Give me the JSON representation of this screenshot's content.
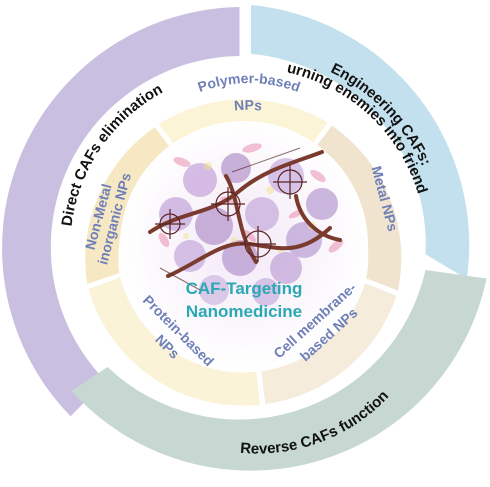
{
  "outer_segments": [
    {
      "id": "direct",
      "label": "Direct  CAFs  elimination",
      "color": "#c9bfe0"
    },
    {
      "id": "engineering",
      "line1": "Engineering  CAFs:",
      "line2": "turning enemies into friends",
      "color": "#c3e0ee"
    },
    {
      "id": "reverse",
      "label": "Reverse  CAFs  function",
      "color": "#c7d8d2"
    }
  ],
  "inner_segments": [
    {
      "id": "polymer",
      "line1": "Polymer-based",
      "line2": "NPs",
      "color": "#fcf4d6"
    },
    {
      "id": "metal",
      "line1": "Metal NPs",
      "color": "#f0e4cf"
    },
    {
      "id": "cell",
      "line1": "Cell membrane-",
      "line2": "based NPs",
      "color": "#f5ecdb"
    },
    {
      "id": "protein",
      "line1": "Protein-based",
      "line2": "NPs",
      "color": "#fbf3d8"
    },
    {
      "id": "nonmetal",
      "line1": "Non-Metal",
      "line2": "inorganic NPs",
      "color": "#f6e8c3"
    }
  ],
  "center": {
    "line1": "CAF-Targeting",
    "line2": "Nanomedicine",
    "color": "#2aa8b4"
  },
  "icons": [
    "tumor-illustration",
    "crosshair-icon"
  ]
}
